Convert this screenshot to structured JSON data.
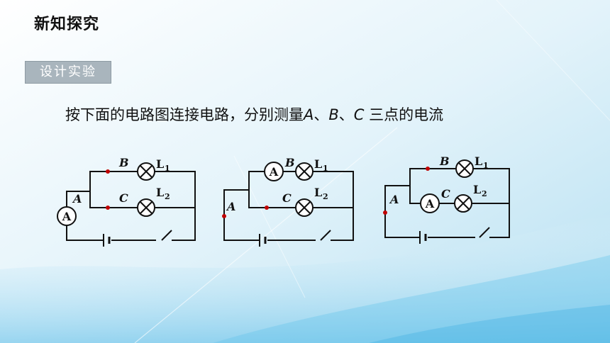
{
  "header": {
    "title": "新知探究"
  },
  "badge": {
    "label": "设计实验"
  },
  "instruction": {
    "prefix": "按下面的电路图连接电路，分别测量",
    "point_a": "A",
    "sep1": "、",
    "point_b": "B",
    "sep2": "、",
    "point_c": "C",
    "suffix": " 三点的电流"
  },
  "circuits": [
    {
      "branch_top_label": "B",
      "branch_bottom_label": "C",
      "main_label": "A",
      "meter_label": "A",
      "lamp_top": "L",
      "lamp_top_sub": "1",
      "lamp_bottom": "L",
      "lamp_bottom_sub": "2"
    },
    {
      "branch_top_label": "B",
      "branch_bottom_label": "C",
      "main_label": "A",
      "meter_label": "A",
      "lamp_top": "L",
      "lamp_top_sub": "1",
      "lamp_bottom": "L",
      "lamp_bottom_sub": "2"
    },
    {
      "branch_top_label": "B",
      "branch_bottom_label": "C",
      "main_label": "A",
      "meter_label": "A",
      "lamp_top": "L",
      "lamp_top_sub": "1",
      "lamp_bottom": "L",
      "lamp_bottom_sub": "2"
    }
  ],
  "colors": {
    "badge_bg": "#a9b5bd",
    "measure_point": "#c00000",
    "background": "#eaf6fb"
  }
}
